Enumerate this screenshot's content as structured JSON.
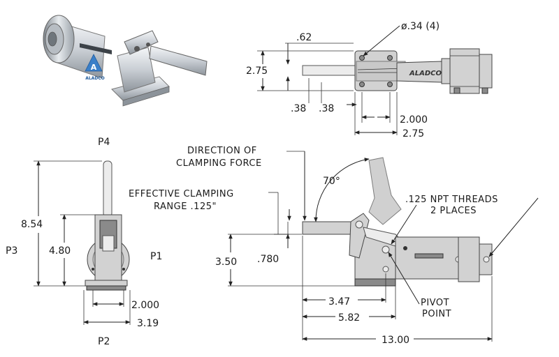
{
  "brand": "ALADCO",
  "photo": {
    "brand_mark": "A",
    "brand_text": "ALADCO"
  },
  "top_view": {
    "hole_callout": "ø.34 (4)",
    "dim_062": ".62",
    "dim_275_left": "2.75",
    "dim_038_a": ".38",
    "dim_038_b": ".38",
    "dim_2000": "2.000",
    "dim_275_bottom": "2.75"
  },
  "end_view": {
    "p4": "P4",
    "p3": "P3",
    "p1": "P1",
    "p2": "P2",
    "dim_854": "8.54",
    "dim_480": "4.80",
    "dim_2000": "2.000",
    "dim_319": "3.19"
  },
  "side_view": {
    "direction_line1": "DIRECTION OF",
    "direction_line2": "CLAMPING FORCE",
    "effective_line1": "EFFECTIVE CLAMPING",
    "effective_line2": "RANGE .125\"",
    "angle": "70°",
    "npt_line1": ".125 NPT THREADS",
    "npt_line2": "2 PLACES",
    "dim_350": "3.50",
    "dim_780": ".780",
    "dim_347": "3.47",
    "dim_582": "5.82",
    "dim_1300": "13.00",
    "pivot_line1": "PIVOT",
    "pivot_line2": "POINT"
  }
}
